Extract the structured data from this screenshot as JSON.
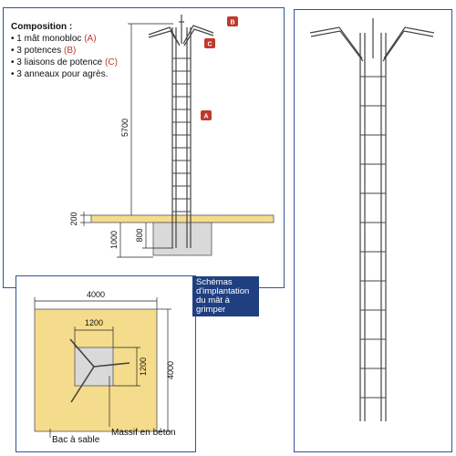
{
  "composition": {
    "title": "Composition :",
    "items": [
      {
        "text": "1 mât monobloc ",
        "code": "(A)"
      },
      {
        "text": "3 potences ",
        "code": "(B)"
      },
      {
        "text": "3 liaisons de potence ",
        "code": "(C)"
      },
      {
        "text": "3 anneaux pour agrès.",
        "code": ""
      }
    ]
  },
  "tags": {
    "a": "A",
    "b": "B",
    "c": "C"
  },
  "dimensions": {
    "height": "5700",
    "slab": "200",
    "depth_total": "1000",
    "depth_mast": "800",
    "plan_width": "4000",
    "plan_height": "4000",
    "block_width": "1200",
    "block_height": "1200"
  },
  "labels": {
    "callout": "Schémas d'implantation du mât à grimper",
    "sandbox": "Bac à sable",
    "concrete": "Massif en béton"
  },
  "colors": {
    "frame": "#2f5597",
    "tag": "#c0392b",
    "sand": "#f5dc8c",
    "concrete": "#d9d9d9",
    "callout": "#1f3f80"
  }
}
